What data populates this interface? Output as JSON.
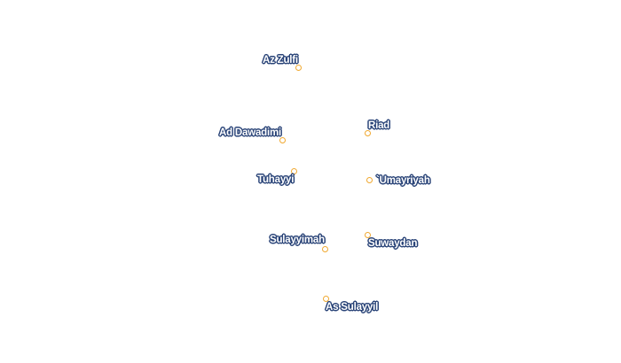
{
  "map": {
    "marker_color": "#f0a830",
    "label_halo_color": "#2a4478",
    "label_text_color": "#ffffff",
    "places": [
      {
        "id": "az-zulfi",
        "name": "Az Zulfi"
      },
      {
        "id": "riad",
        "name": "Riad"
      },
      {
        "id": "ad-dawadimi",
        "name": "Ad Dawadimi"
      },
      {
        "id": "tuhayyi",
        "name": "Tuhayyi"
      },
      {
        "id": "umayriyah",
        "name": "`Umayriyah"
      },
      {
        "id": "sulayyimah",
        "name": "Sulayyimah"
      },
      {
        "id": "suwaydan",
        "name": "Suwaydan"
      },
      {
        "id": "as-sulayyil",
        "name": "As Sulayyil"
      }
    ]
  }
}
